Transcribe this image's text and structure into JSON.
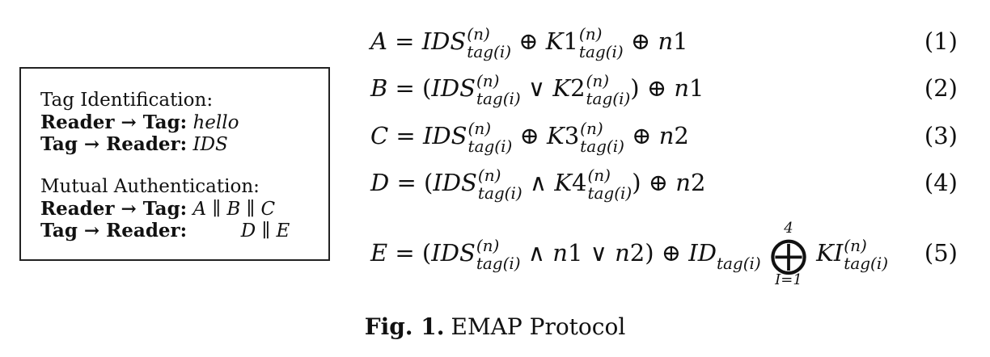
{
  "box": {
    "section1_title": "Tag Identification:",
    "l1_prefix": "Reader → Tag:",
    "l1_msg": "hello",
    "l2_prefix": "Tag → Reader:",
    "l2_msg": "IDS",
    "section2_title": "Mutual Authentication:",
    "l3_prefix": "Reader → Tag:",
    "l3_msg": "A ∥ B ∥ C",
    "l4_prefix": "Tag → Reader:",
    "l4_msg": "D ∥ E"
  },
  "equations": {
    "sup": "(n)",
    "sub": "tag(i)",
    "n1": {
      "lhs": "A",
      "number": "(1)"
    },
    "n2": {
      "lhs": "B",
      "number": "(2)"
    },
    "n3": {
      "lhs": "C",
      "number": "(3)"
    },
    "n4": {
      "lhs": "D",
      "number": "(4)"
    },
    "n5": {
      "lhs": "E",
      "number": "(5)",
      "upper": "4",
      "lower": "I=1"
    }
  },
  "caption": {
    "label": "Fig. 1.",
    "text": "EMAP Protocol"
  }
}
